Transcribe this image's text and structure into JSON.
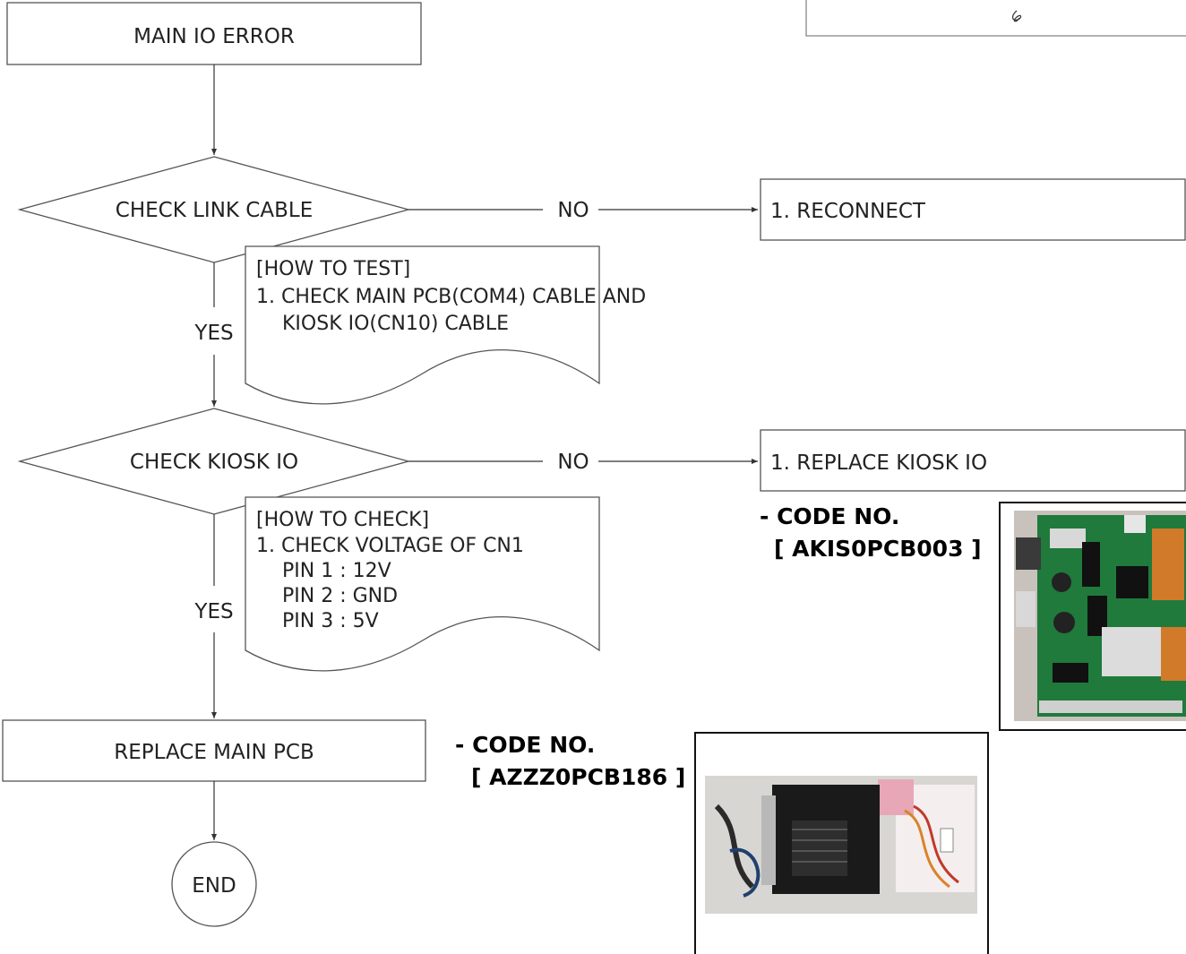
{
  "flow": {
    "start": "MAIN IO ERROR",
    "check_link": "CHECK LINK CABLE",
    "check_kiosk": "CHECK KIOSK IO",
    "replace_main": "REPLACE MAIN PCB",
    "end": "END",
    "no_label": "NO",
    "yes_label": "YES",
    "action_reconnect": "1. RECONNECT",
    "action_replace_kiosk": "1. REPLACE KIOSK IO"
  },
  "notes": {
    "how_to_test": [
      "[HOW TO TEST]",
      "1. CHECK MAIN PCB(COM4) CABLE AND",
      "KIOSK IO(CN10) CABLE"
    ],
    "how_to_check": [
      "[HOW TO CHECK]",
      "1. CHECK VOLTAGE OF CN1",
      "PIN 1 : 12V",
      "PIN 2 : GND",
      "PIN 3 : 5V"
    ]
  },
  "parts": {
    "kiosk_io": {
      "code_label": "- CODE NO.",
      "code": "[ AKIS0PCB003 ]"
    },
    "main_pcb": {
      "code_label": "- CODE NO.",
      "code": "[ AZZZ0PCB186 ]"
    }
  },
  "colors": {
    "line": "#333333",
    "pcb_green": "#1f7a3c",
    "pcb_black": "#1a1a1a"
  }
}
